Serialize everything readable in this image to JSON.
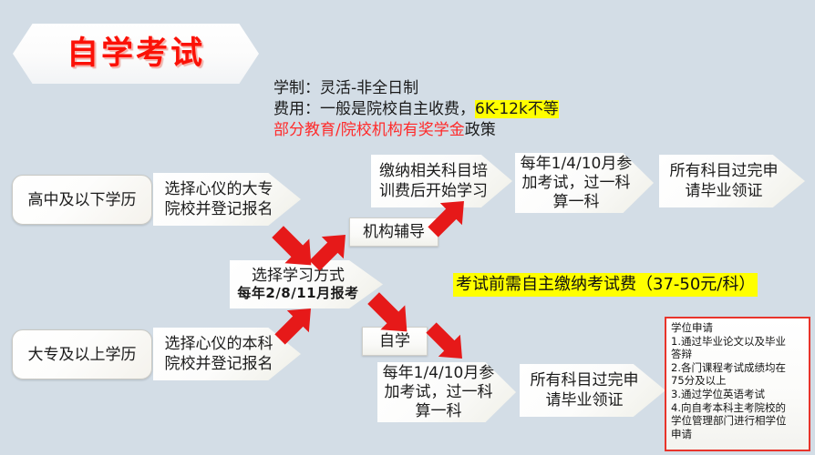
{
  "page": {
    "background_color": "#d3dde6",
    "title": "自学考试",
    "title_color": "#fb1107"
  },
  "info_block": {
    "line1": "学制：灵活-非全日制",
    "line2_prefix": "费用：一般是院校自主收费，",
    "line2_highlight": "6K-12k不等",
    "line3_red": "部分教育/院校机构有奖学金",
    "line3_rest": "政策",
    "highlight_color": "#ffff00",
    "red_color": "#ff2a2a"
  },
  "flow": {
    "entry_top": "高中及以下学历",
    "entry_bottom": "大专及以上学历",
    "register_top": "选择心仪的大专\n院校并登记报名",
    "register_top_l1": "选择心仪的大专",
    "register_top_l2": "院校并登记报名",
    "register_bottom_l1": "选择心仪的本科",
    "register_bottom_l2": "院校并登记报名",
    "choose_mode_main": "选择学习方式",
    "choose_mode_sub": "每年2/8/11月报考",
    "branch_tutor": "机构辅导",
    "branch_self": "自学",
    "pay_training_l1": "缴纳相关科目培",
    "pay_training_l2": "训费后开始学习",
    "exam_top_l1": "每年1/4/10月参",
    "exam_top_l2": "加考试，过一科",
    "exam_top_l3": "算一科",
    "graduate_top_l1": "所有科目过完申",
    "graduate_top_l2": "请毕业领证",
    "exam_bottom_l1": "每年1/4/10月参",
    "exam_bottom_l2": "加考试，过一科",
    "exam_bottom_l3": "算一科",
    "graduate_bottom_l1": "所有科目过完申",
    "graduate_bottom_l2": "请毕业领证"
  },
  "fee_note": {
    "text": "考试前需自主缴纳考试费（37-50元/科）"
  },
  "degree_box": {
    "border_color": "#e8342b",
    "title": "学位申请",
    "items": [
      "1.通过毕业论文以及毕业",
      "答辩",
      "2.各门课程考试成绩均在",
      "75分及以上",
      "3.通过学位英语考试",
      "4.向自考本科主考院校的",
      "学位管理部门进行相学位",
      "申请"
    ]
  },
  "arrows": {
    "color": "#e61919",
    "a1_label": "arrow-down-right-top-branch",
    "a2_label": "arrow-up-right-to-tutor",
    "a3_label": "arrow-down-right-to-self",
    "a4_label": "arrow-up-right-from-bachelor",
    "a5_label": "arrow-down-right-to-exam"
  }
}
